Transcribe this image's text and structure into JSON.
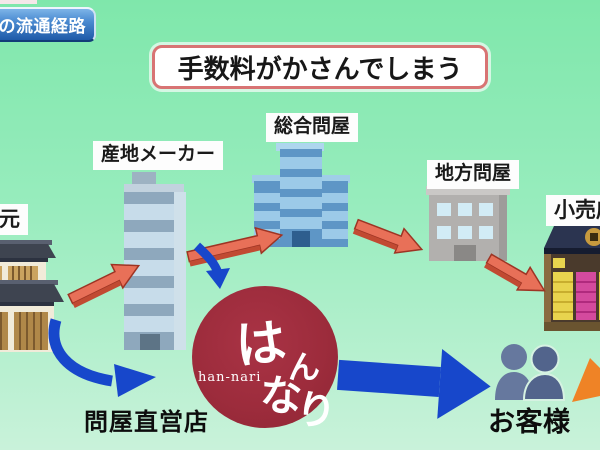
{
  "banner": {
    "label": "の流通経路"
  },
  "headline": {
    "text": "手数料がかさんでしまう"
  },
  "flow_nodes": [
    {
      "id": "kuramoto",
      "label": "蔵元"
    },
    {
      "id": "sanchi-maker",
      "label": "産地メーカー"
    },
    {
      "id": "sogo-tonya",
      "label": "総合問屋"
    },
    {
      "id": "chiho-tonya",
      "label": "地方問屋"
    },
    {
      "id": "kouriten",
      "label": "小売店"
    }
  ],
  "logo": {
    "name_ja": "はんなり",
    "name_en": "han-nari"
  },
  "direct_route": {
    "store_label": "問屋直営店",
    "customers_label": "お客様"
  },
  "colors": {
    "background_top": "#7fe7ab",
    "background_bottom": "#c9f2da",
    "banner_blue": "#2a63b4",
    "headline_border": "#d87474",
    "supply_arrow_red": "#e87058",
    "direct_arrow_blue": "#1747cb",
    "logo_red": "#9d2c3c",
    "customer_icon_slate": "#5a6c90",
    "edge_arrow_orange": "#ef8326"
  }
}
